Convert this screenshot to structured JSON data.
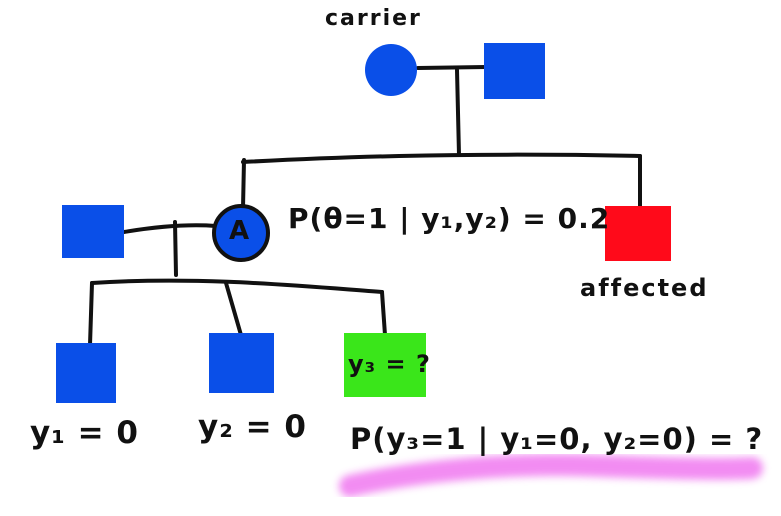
{
  "labels": {
    "carrier": "carrier",
    "affected": "affected",
    "proband_letter": "A",
    "prob_theta": "P(θ=1 | y₁,y₂) = 0.2",
    "y1": "y₁ = 0",
    "y2": "y₂ = 0",
    "y3": "y₃ = ?",
    "question": "P(y₃=1 | y₁=0, y₂=0) = ?"
  },
  "colors": {
    "unaffected": "#0a4fe8",
    "affected": "#ff0a1a",
    "unknown": "#3ae61a",
    "highlight": "#ee66ee",
    "line": "#111111"
  }
}
